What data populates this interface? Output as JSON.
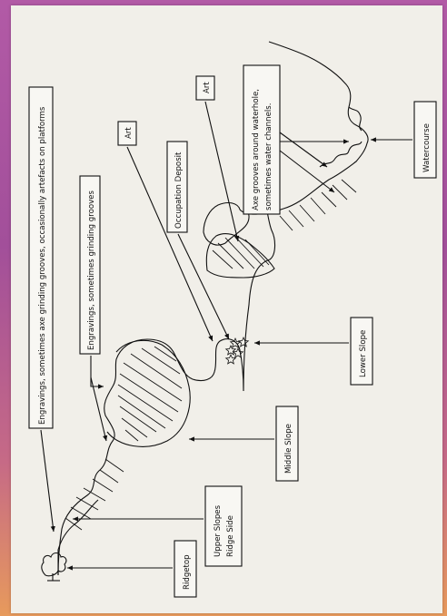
{
  "diagram": {
    "labels": {
      "engravings_axe_platforms": "Engravings, sometimes axe grinding grooves, occasionally artefacts on platforms",
      "engravings_grinding": "Engravings, sometimes grinding grooves",
      "art_upper": "Art",
      "occupation_deposit": "Occupation Deposit",
      "art_lower": "Art",
      "axe_grooves_line1": "Axe grooves around waterhole,",
      "axe_grooves_line2": "sometimes water channels.",
      "lower_slope": "Lower Slope",
      "watercourse": "Watercourse",
      "middle_slope": "Middle Slope",
      "upper_slopes_line1": "Upper Slopes",
      "upper_slopes_line2": "Ridge Side",
      "ridgetop": "Ridgetop"
    },
    "icons": [
      "tree-icon",
      "star-cluster-icon",
      "arrow-icon"
    ]
  }
}
